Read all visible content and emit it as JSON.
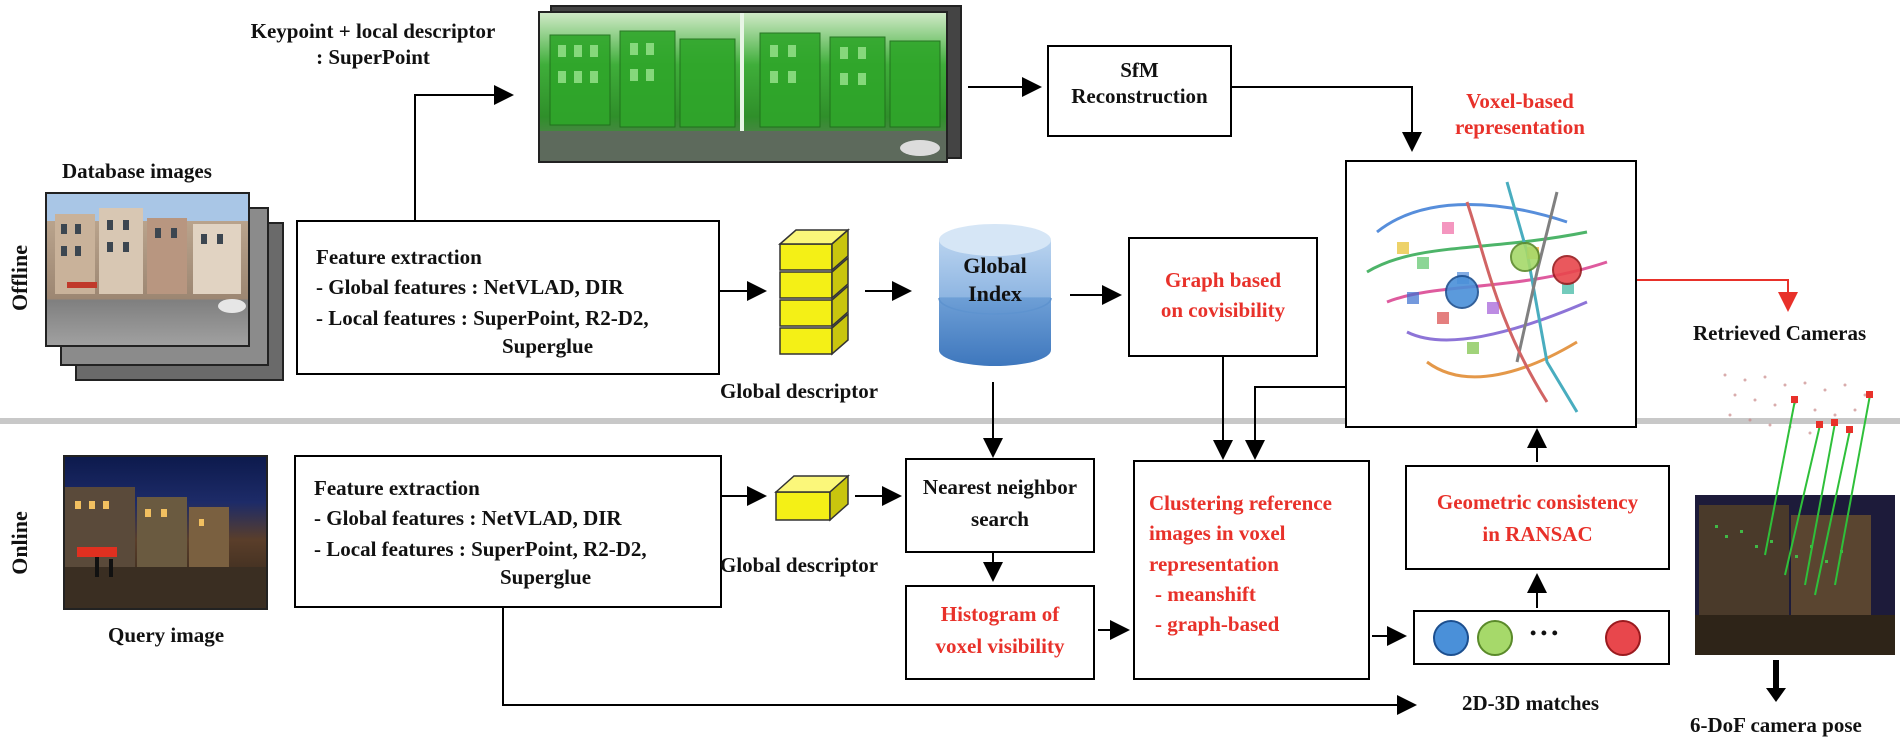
{
  "sections": {
    "offline": "Offline",
    "online": "Online"
  },
  "offline": {
    "keypoint_title_1": "Keypoint + local descriptor",
    "keypoint_title_2": ": SuperPoint",
    "database_images": "Database images",
    "sfm_1": "SfM",
    "sfm_2": "Reconstruction",
    "voxel_label_1": "Voxel-based",
    "voxel_label_2": "representation",
    "feature_title": "Feature extraction",
    "feature_global": "-  Global features : NetVLAD, DIR",
    "feature_local": "-  Local features : SuperPoint, R2-D2,",
    "feature_local_2": "Superglue",
    "global_descriptor": "Global descriptor",
    "global_index_1": "Global",
    "global_index_2": "Index",
    "graph_1": "Graph based",
    "graph_2": "on covisibility",
    "retrieved_cameras": "Retrieved Cameras"
  },
  "online": {
    "query_image": "Query image",
    "feature_title": "Feature extraction",
    "feature_global": "-  Global features : NetVLAD, DIR",
    "feature_local": "-  Local features : SuperPoint, R2-D2,",
    "feature_local_2": "Superglue",
    "global_descriptor": "Global descriptor",
    "nn_1": "Nearest neighbor",
    "nn_2": "search",
    "hist_1": "Histogram of",
    "hist_2": "voxel visibility",
    "cluster_1": "Clustering reference",
    "cluster_2": "images in voxel",
    "cluster_3": "representation",
    "cluster_4": "-  meanshift",
    "cluster_5": "-  graph-based",
    "ransac_1": "Geometric consistency",
    "ransac_2": "in RANSAC",
    "ellipsis": "• • •",
    "matches": "2D-3D matches",
    "pose": "6-DoF camera pose"
  },
  "colors": {
    "accent_red": "#e8312a",
    "cube_yellow": "#f4f016",
    "cylinder_blue": "#4a86c8",
    "circle_blue": "#4a90d9",
    "circle_green": "#a6d96a",
    "circle_red": "#e8474c",
    "divider": "#c8c8c8"
  }
}
